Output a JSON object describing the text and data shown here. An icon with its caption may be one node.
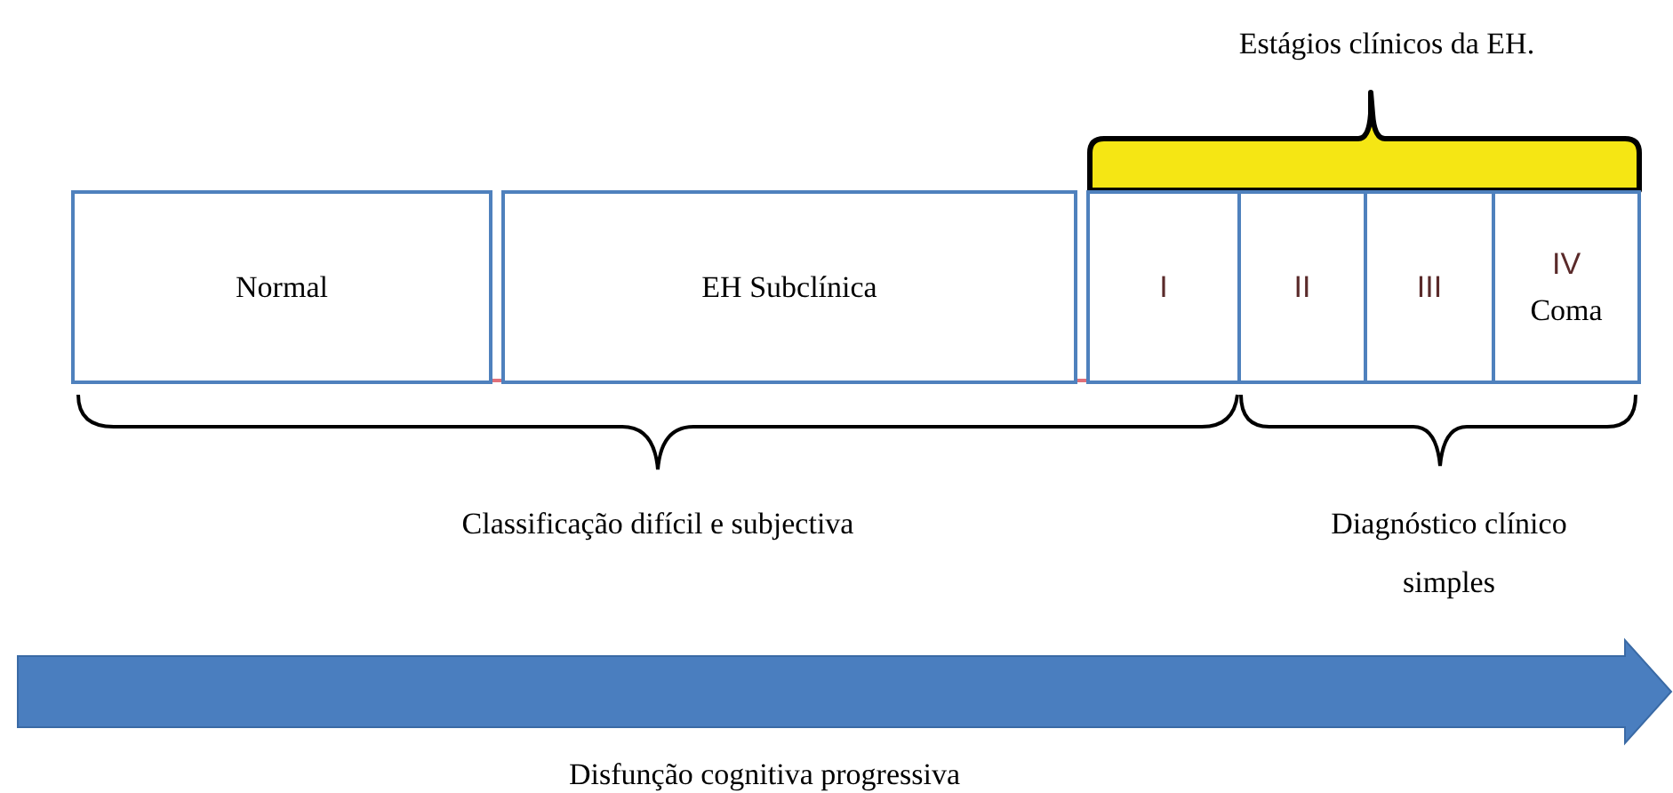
{
  "diagram": {
    "nodes": [
      {
        "text": [
          "Normal"
        ]
      },
      {
        "text": [
          "EH Subclínica"
        ]
      },
      {
        "text": [
          "I"
        ]
      },
      {
        "text": [
          "II"
        ]
      },
      {
        "text": [
          "III"
        ]
      },
      {
        "text": [
          "IV",
          "Coma"
        ]
      }
    ],
    "edges": [],
    "labels": [
      "Estágios clínicos da EH.",
      "Classificação difícil e subjectiva",
      "Diagnóstico clínico simples",
      "Disfunção cognitiva progressiva"
    ]
  }
}
